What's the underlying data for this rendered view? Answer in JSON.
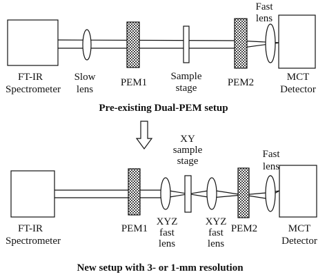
{
  "top_setup": {
    "caption": "Pre-existing Dual-PEM setup",
    "source_line1": "FT-IR",
    "source_line2": "Spectrometer",
    "slow_lens_line1": "Slow",
    "slow_lens_line2": "lens",
    "pem1": "PEM1",
    "sample_line1": "Sample",
    "sample_line2": "stage",
    "pem2": "PEM2",
    "fast_lens_line1": "Fast",
    "fast_lens_line2": "lens",
    "detector_line1": "MCT",
    "detector_line2": "Detector"
  },
  "bottom_setup": {
    "caption": "New setup with 3- or 1-mm resolution",
    "source_line1": "FT-IR",
    "source_line2": "Spectrometer",
    "pem1": "PEM1",
    "xyz_lens1_line1": "XYZ",
    "xyz_lens1_line2": "fast",
    "xyz_lens1_line3": "lens",
    "xy_stage_line1": "XY",
    "xy_stage_line2": "sample",
    "xy_stage_line3": "stage",
    "xyz_lens2_line1": "XYZ",
    "xyz_lens2_line2": "fast",
    "xyz_lens2_line3": "lens",
    "pem2": "PEM2",
    "fast_lens_line1": "Fast",
    "fast_lens_line2": "lens",
    "detector_line1": "MCT",
    "detector_line2": "Detector"
  }
}
